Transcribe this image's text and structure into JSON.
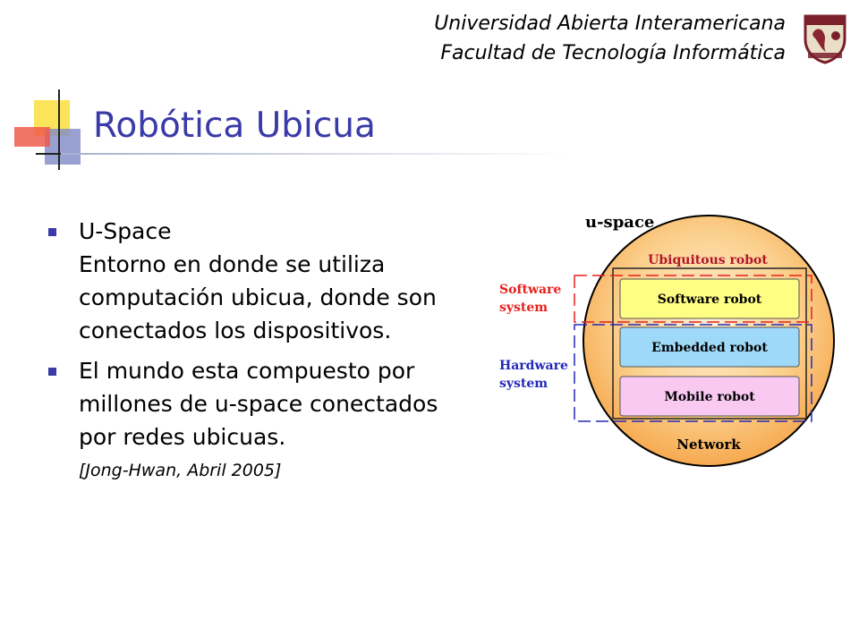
{
  "header": {
    "line1": "Universidad Abierta Interamericana",
    "line2": "Facultad de Tecnología Informática",
    "logo_icon": "uai-shield-icon"
  },
  "slide": {
    "title": "Robótica Ubicua",
    "bullets": [
      {
        "lines": [
          "U-Space",
          "Entorno en donde se utiliza",
          "computación ubicua, donde son",
          "conectados los dispositivos."
        ]
      },
      {
        "lines": [
          "El mundo esta compuesto por",
          "millones de u-space conectados",
          "por redes ubicuas."
        ],
        "citation": "[Jong-Hwan, Abril 2005]"
      }
    ]
  },
  "diagram": {
    "title": "u-space",
    "ubiquitous_robot": "Ubiquitous robot",
    "software_system": [
      "Software",
      "system"
    ],
    "hardware_system": [
      "Hardware",
      "system"
    ],
    "boxes": {
      "software_robot": "Software robot",
      "embedded_robot": "Embedded robot",
      "mobile_robot": "Mobile robot"
    },
    "network": "Network"
  },
  "colors": {
    "title": "#3a3aa8",
    "bullet": "#3a3aa8",
    "software_label": "#e8201e",
    "hardware_label": "#2428b8",
    "ubiquitous_label": "#b3152a",
    "software_box": "#fefe84",
    "embedded_box": "#9fd9f9",
    "mobile_box": "#f9c9f2",
    "circle_fill_center": "#fff3d8",
    "circle_fill_edge": "#f6a64a"
  }
}
